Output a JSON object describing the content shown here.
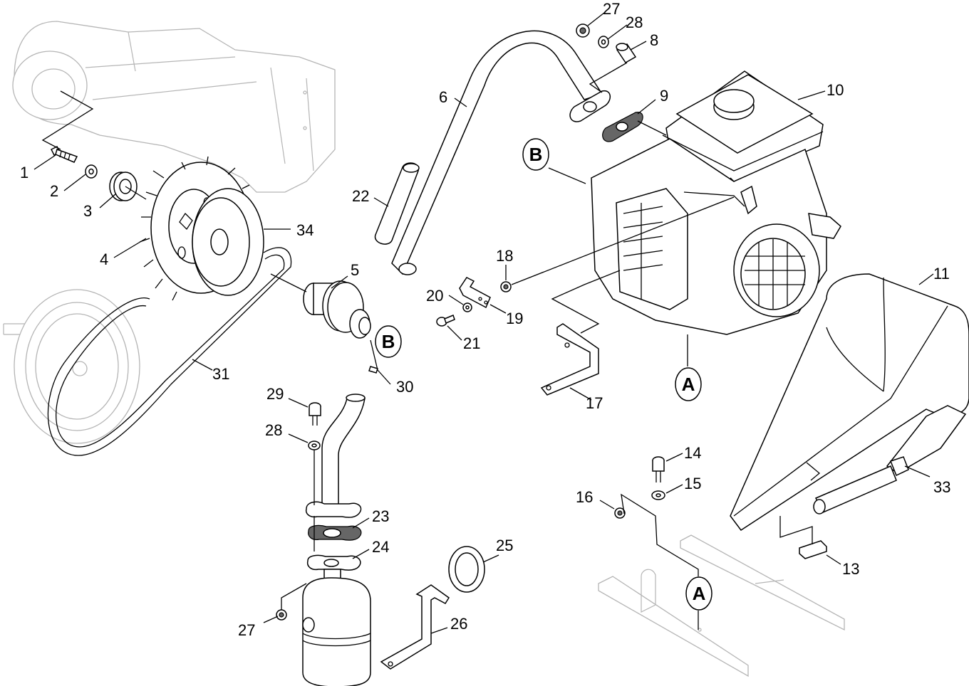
{
  "diagram": {
    "part_numbers": [
      "1",
      "2",
      "3",
      "4",
      "5",
      "6",
      "8",
      "9",
      "10",
      "11",
      "13",
      "14",
      "15",
      "16",
      "17",
      "18",
      "19",
      "20",
      "21",
      "22",
      "23",
      "24",
      "25",
      "26",
      "27",
      "27",
      "28",
      "28",
      "29",
      "30",
      "31",
      "33",
      "34"
    ],
    "reference_markers": [
      "A",
      "A",
      "B",
      "B"
    ]
  }
}
